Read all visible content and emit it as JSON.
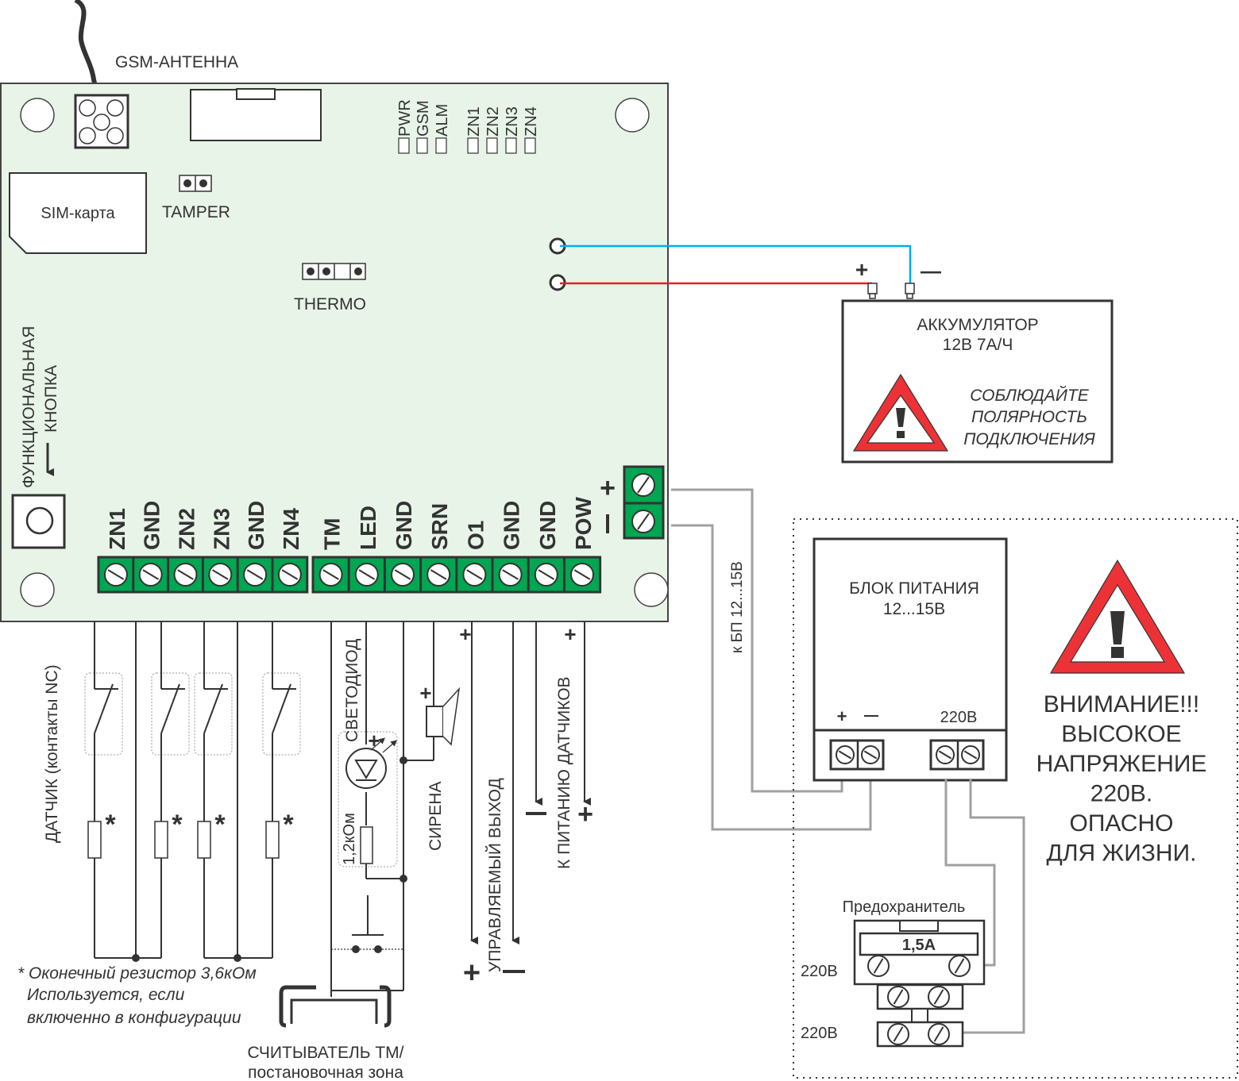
{
  "board": {
    "antenna_label": "GSM-АНТЕННА",
    "sim_label": "SIM-карта",
    "tamper_label": "TAMPER",
    "thermo_label": "THERMO",
    "function_button_label_1": "ФУНКЦИОНАЛЬНАЯ",
    "function_button_label_2": "КНОПКА",
    "leds_left": [
      "PWR",
      "GSM",
      "ALM"
    ],
    "leds_right": [
      "ZN1",
      "ZN2",
      "ZN3",
      "ZN4"
    ],
    "terminals_left": [
      "ZN1",
      "GND",
      "ZN2",
      "ZN3",
      "GND",
      "ZN4"
    ],
    "terminals_right": [
      "TM",
      "LED",
      "GND",
      "SRN",
      "O1",
      "GND",
      "GND",
      "POW"
    ],
    "power_plus": "+",
    "power_minus": "–"
  },
  "battery": {
    "title": "АККУМУЛЯТОР",
    "spec": "12В 7А/Ч",
    "plus": "+",
    "minus": "—",
    "warning": [
      "СОБЛЮДАЙТЕ",
      "ПОЛЯРНОСТЬ",
      "ПОДКЛЮЧЕНИЯ"
    ]
  },
  "sensors": {
    "label": "ДАТЧИК (контакты NC)",
    "resistor_mark": "*",
    "footnote": [
      "* Оконечный резистор 3,6кОм",
      "Используется, если",
      "включенно в конфигурации"
    ]
  },
  "outputs": {
    "led_label": "СВЕТОДИОД",
    "led_resistor": "1,2кОм",
    "led_plus": "+",
    "siren_label": "СИРЕНА",
    "siren_plus": "+",
    "controlled_output": "УПРАВЛЯЕМЫЙ ВЫХОД",
    "sensor_power": "К ПИТАНИЮ ДАТЧИКОВ",
    "plus": "+",
    "minus": "—",
    "reader_label_1": "СЧИТЫВАТЕЛЬ ТМ/",
    "reader_label_2": "постановочная зона"
  },
  "psu": {
    "wire_label": "к БП 12...15В",
    "title": "БЛОК ПИТАНИЯ",
    "spec": "12...15В",
    "plus": "+",
    "minus": "—",
    "mains": "220В",
    "fuse_label": "Предохранитель",
    "fuse_rating": "1,5А",
    "mains_in_1": "220В",
    "mains_in_2": "220В"
  },
  "danger": {
    "lines": [
      "ВНИМАНИЕ!!!",
      "ВЫСОКОЕ",
      "НАПРЯЖЕНИЕ",
      "220В.",
      "ОПАСНО",
      "ДЛЯ ЖИЗНИ."
    ]
  },
  "colors": {
    "board_bg": "#e8f4e8",
    "terminal_green": "#00a651",
    "wire_blue": "#00aeef",
    "wire_red": "#ed1c24",
    "wire_gray": "#a0a0a0",
    "warning_red": "#ed3237"
  }
}
